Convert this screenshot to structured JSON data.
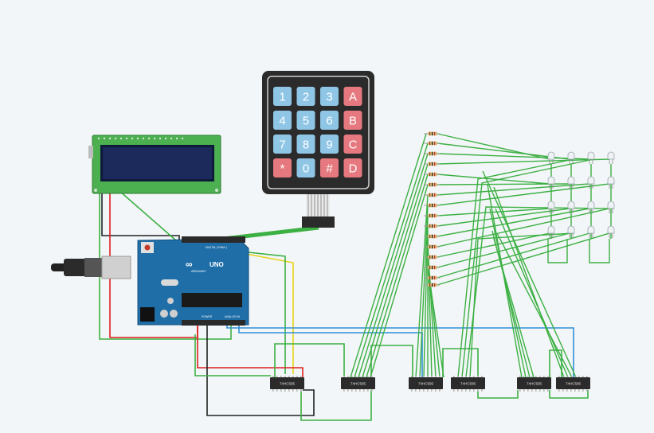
{
  "keypad": {
    "keys": [
      {
        "label": "1",
        "type": "num"
      },
      {
        "label": "2",
        "type": "num"
      },
      {
        "label": "3",
        "type": "num"
      },
      {
        "label": "A",
        "type": "letter"
      },
      {
        "label": "4",
        "type": "num"
      },
      {
        "label": "5",
        "type": "num"
      },
      {
        "label": "6",
        "type": "num"
      },
      {
        "label": "B",
        "type": "letter"
      },
      {
        "label": "7",
        "type": "num"
      },
      {
        "label": "8",
        "type": "num"
      },
      {
        "label": "9",
        "type": "num"
      },
      {
        "label": "C",
        "type": "letter"
      },
      {
        "label": "*",
        "type": "letter"
      },
      {
        "label": "0",
        "type": "num"
      },
      {
        "label": "#",
        "type": "letter"
      },
      {
        "label": "D",
        "type": "letter"
      }
    ]
  },
  "arduino": {
    "logo": "UNO",
    "brand": "ARDUINO",
    "digital_label": "DIGITAL (PWM~)",
    "power_label": "POWER",
    "analog_label": "ANALOG IN"
  },
  "chips": [
    {
      "label": "74HC595"
    },
    {
      "label": "74HC595"
    },
    {
      "label": "74HC595"
    },
    {
      "label": "74HC595"
    },
    {
      "label": "74HC595"
    },
    {
      "label": "74HC595"
    }
  ],
  "colors": {
    "background": "#f3f6f8",
    "wire_green": "#3cb043",
    "wire_blue": "#2f8fd8",
    "wire_red": "#e02020",
    "wire_yellow": "#e8d21a",
    "wire_black": "#222222",
    "key_num": "#8fc6e6",
    "key_letter": "#e6797f",
    "arduino_blue": "#1f6ea8",
    "lcd_green": "#4caf50",
    "lcd_screen": "#1b2a5a"
  }
}
